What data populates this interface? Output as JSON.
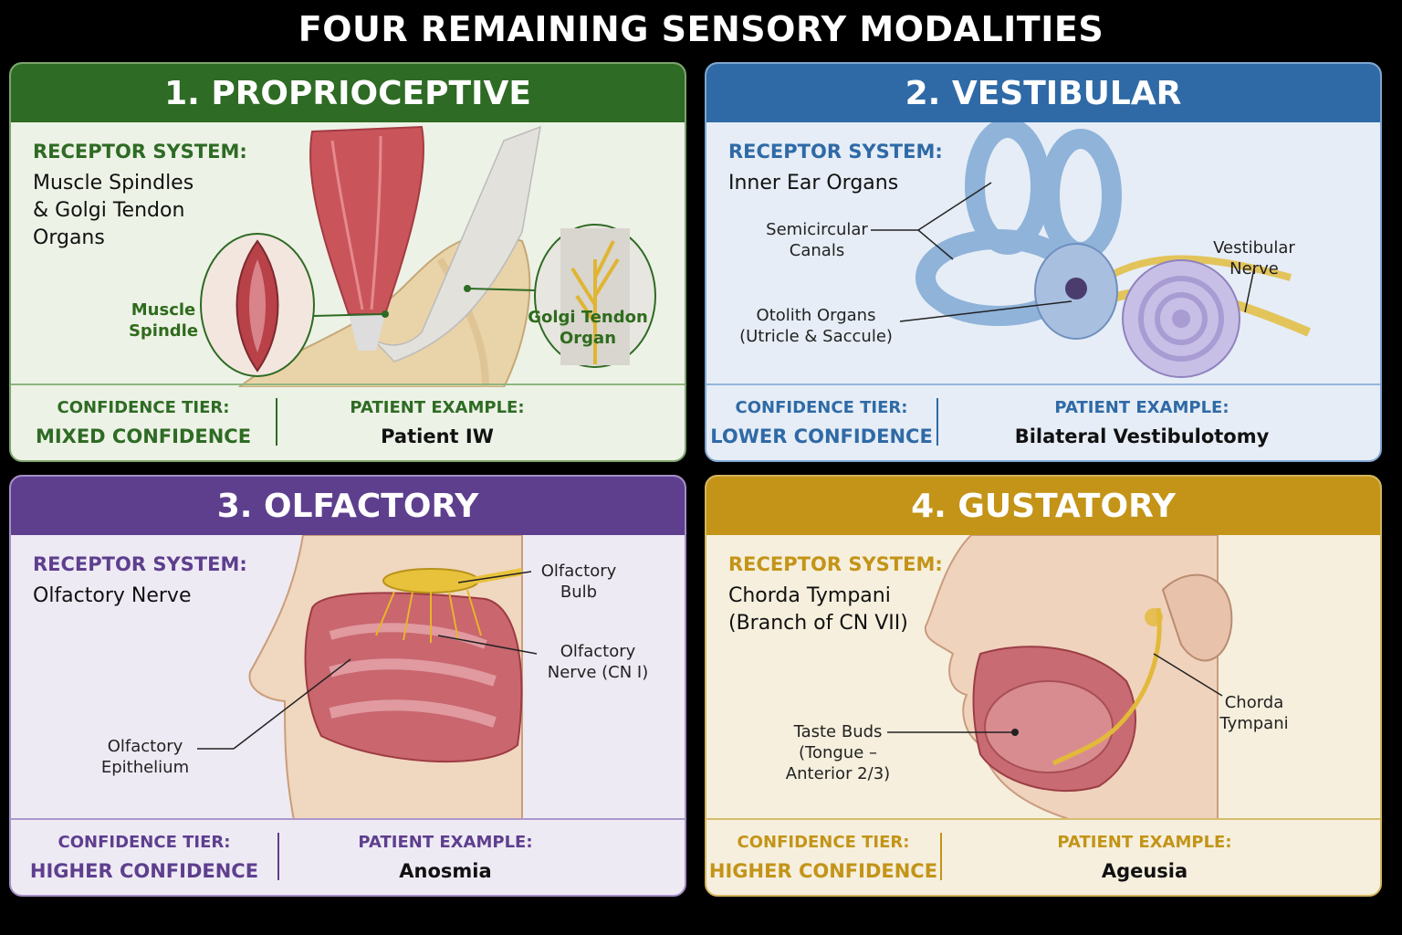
{
  "title": "FOUR REMAINING SENSORY MODALITIES",
  "colors": {
    "proprioceptive": "#2e6b24",
    "vestibular": "#2f6aa6",
    "olfactory": "#5e3f8e",
    "gustatory": "#c39418"
  },
  "labels": {
    "receptor_system": "RECEPTOR SYSTEM:",
    "confidence_tier": "CONFIDENCE TIER:",
    "patient_example": "PATIENT EXAMPLE:"
  },
  "cards": [
    {
      "heading": "1. PROPRIOCEPTIVE",
      "receptor": "Muscle Spindles\n& Golgi Tendon\nOrgans",
      "confidence": "MIXED CONFIDENCE",
      "patient": "Patient IW",
      "annotations": [
        "Muscle\nSpindle",
        "Golgi Tendon\nOrgan"
      ]
    },
    {
      "heading": "2. VESTIBULAR",
      "receptor": "Inner Ear Organs",
      "confidence": "LOWER CONFIDENCE",
      "patient": "Bilateral Vestibulotomy",
      "annotations": [
        "Semicircular\nCanals",
        "Otolith Organs\n(Utricle & Saccule)",
        "Vestibular\nNerve"
      ]
    },
    {
      "heading": "3. OLFACTORY",
      "receptor": "Olfactory Nerve",
      "confidence": "HIGHER CONFIDENCE",
      "patient": "Anosmia",
      "annotations": [
        "Olfactory\nBulb",
        "Olfactory\nNerve (CN I)",
        "Olfactory\nEpithelium"
      ]
    },
    {
      "heading": "4. GUSTATORY",
      "receptor": "Chorda Tympani\n(Branch of CN VII)",
      "confidence": "HIGHER CONFIDENCE",
      "patient": "Ageusia",
      "annotations": [
        "Taste Buds\n(Tongue –\nAnterior 2/3)",
        "Chorda\nTympani"
      ]
    }
  ]
}
